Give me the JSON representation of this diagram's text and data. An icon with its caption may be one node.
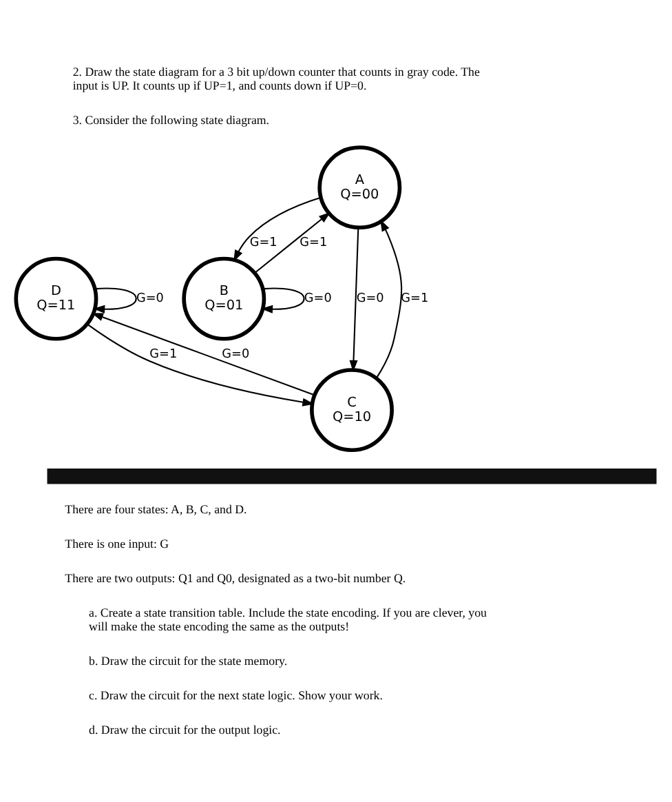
{
  "diagram": {
    "nodes": [
      {
        "text": [
          "A",
          "Q=00"
        ]
      },
      {
        "text": [
          "D",
          "Q=11"
        ]
      },
      {
        "text": [
          "B",
          "Q=01"
        ]
      },
      {
        "text": [
          "C",
          "Q=10"
        ]
      }
    ],
    "edges": [
      {
        "from": 1,
        "to": 1,
        "arrow": "to",
        "label": "G=0"
      },
      {
        "from": 0,
        "to": 2,
        "arrow": "to",
        "label": "G=1"
      },
      {
        "from": 2,
        "to": 0,
        "arrow": "to",
        "label": "G=1"
      },
      {
        "from": 2,
        "to": 2,
        "arrow": "to",
        "label": "G=0"
      },
      {
        "from": 0,
        "to": 3,
        "arrow": "to",
        "label": "G=0"
      },
      {
        "from": 3,
        "to": 0,
        "arrow": "to",
        "label": "G=1"
      },
      {
        "from": 3,
        "to": 1,
        "arrow": "to",
        "label": "G=0"
      },
      {
        "from": 1,
        "to": 3,
        "arrow": "to",
        "label": "G=1"
      }
    ],
    "labels": [
      "2. Draw the state diagram for a 3 bit up/down counter that counts in gray code. The input is UP. It counts up if UP=1, and counts down if UP=0.",
      "3. Consider the following state diagram.",
      "There are four states: A, B, C, and D.",
      "There is one input: G",
      "There are two outputs: Q1 and Q0, designated as a two-bit number Q.",
      "a. Create a state transition table. Include the state encoding. If you are clever, you will make the state encoding the same as the outputs!",
      "b. Draw the circuit for the state memory.",
      "c. Draw the circuit for the next state logic. Show your work.",
      "d. Draw the circuit for the output logic."
    ]
  }
}
